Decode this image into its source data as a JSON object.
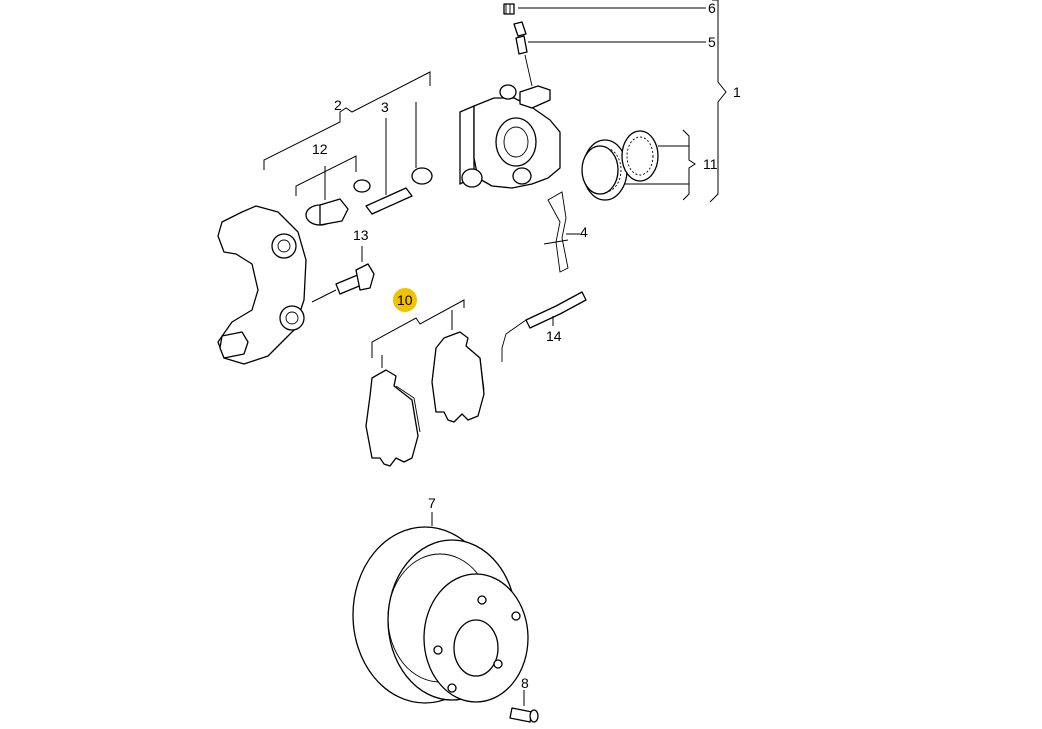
{
  "diagram": {
    "highlight_color": "#f2c200",
    "highlighted_label": "10",
    "callouts": {
      "c1": "1",
      "c2": "2",
      "c3": "3",
      "c4": "4",
      "c5": "5",
      "c6": "6",
      "c7": "7",
      "c8": "8",
      "c10": "10",
      "c11": "11",
      "c12": "12",
      "c13": "13",
      "c14": "14"
    }
  }
}
